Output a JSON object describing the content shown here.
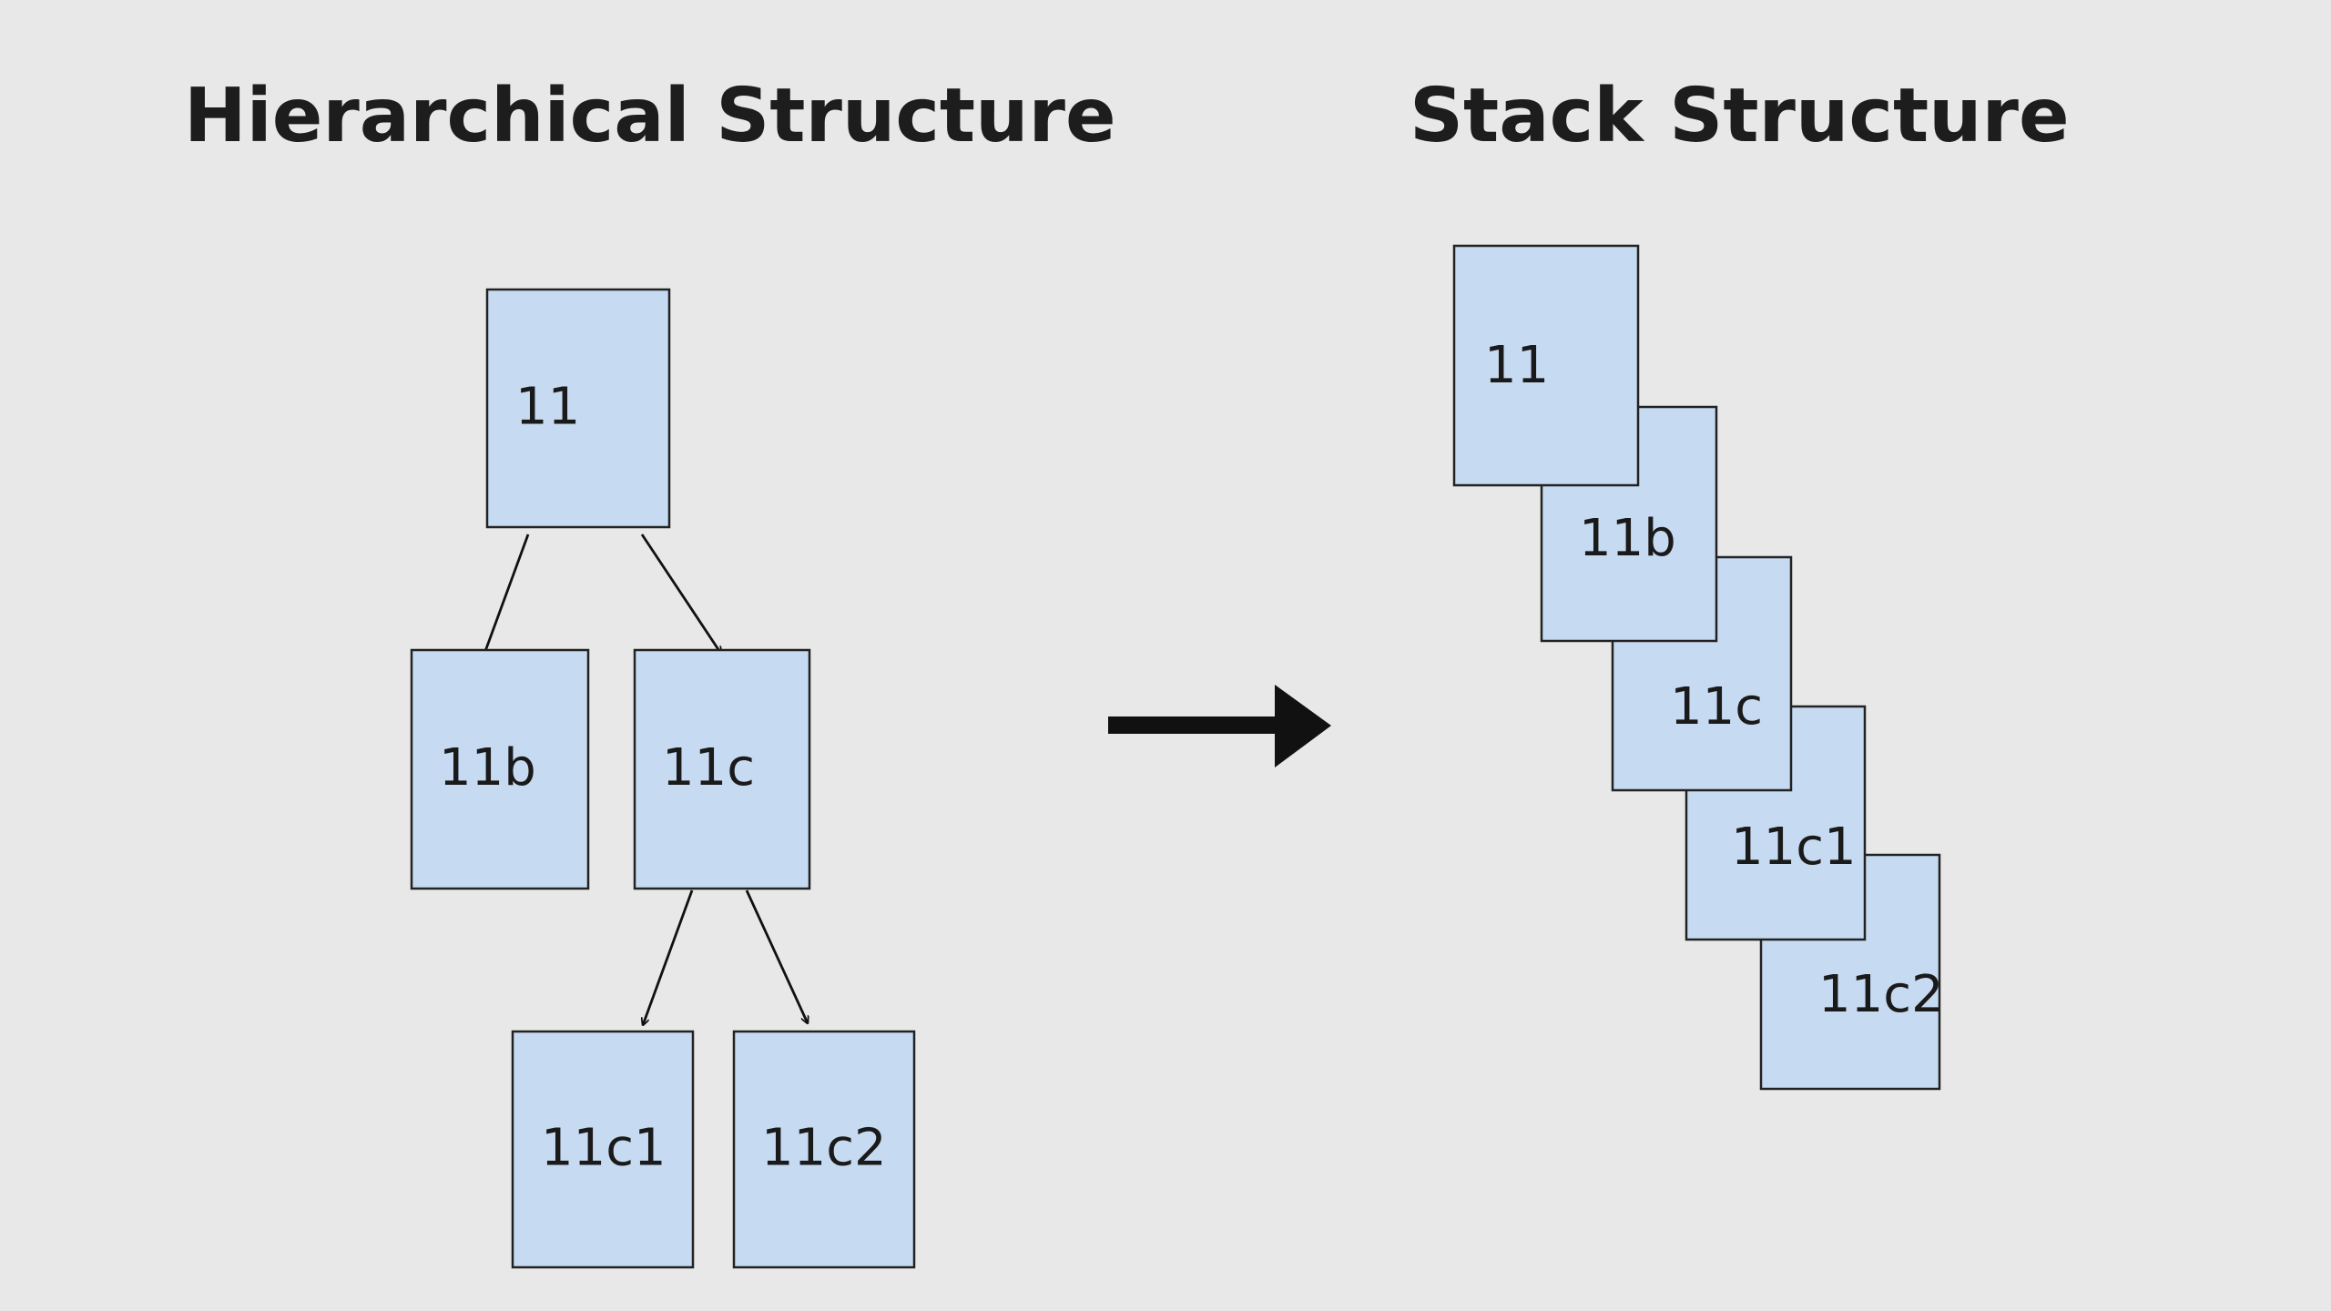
{
  "titles": {
    "left": "Hierarchical Structure",
    "right": "Stack Structure"
  },
  "colors": {
    "background": "#e8e8e8",
    "node_fill": "#c6daf1",
    "node_stroke": "#222222",
    "text": "#1d1d1d",
    "arrow": "#111111"
  },
  "hierarchy": {
    "nodes": [
      {
        "id": "11",
        "label": "11"
      },
      {
        "id": "11b",
        "label": "11b"
      },
      {
        "id": "11c",
        "label": "11c"
      },
      {
        "id": "11c1",
        "label": "11c1"
      },
      {
        "id": "11c2",
        "label": "11c2"
      }
    ],
    "edges": [
      {
        "from": "11",
        "to": "11b"
      },
      {
        "from": "11",
        "to": "11c"
      },
      {
        "from": "11c",
        "to": "11c1"
      },
      {
        "from": "11c",
        "to": "11c2"
      }
    ]
  },
  "transform_arrow": {
    "icon": "right-arrow-icon"
  },
  "stack": {
    "items": [
      {
        "id": "11",
        "label": "11"
      },
      {
        "id": "11b",
        "label": "11b"
      },
      {
        "id": "11c",
        "label": "11c"
      },
      {
        "id": "11c1",
        "label": "11c1"
      },
      {
        "id": "11c2",
        "label": "11c2"
      }
    ]
  }
}
